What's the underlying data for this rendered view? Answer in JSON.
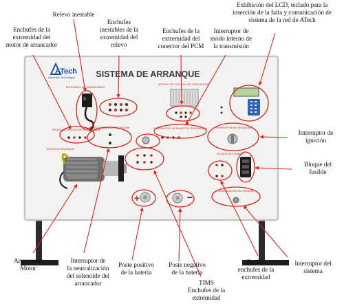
{
  "panel": {
    "brand": "ATech",
    "brand_tagline": "Automotive Technologies",
    "title": "SISTEMA DE ARRANQUE",
    "section_relay": "RELEVADOR DEL ARRANCADOR",
    "section_solenoid": "SOLENOIDE DEL MOTOR DE ARRANQUE",
    "section_starter_motor": "MOTOR DE ARRANQUE",
    "section_pcm": "MÓDULO DE CONTROL DEL TREN MOTRIZ",
    "section_tr_switch": "INTERRUPTOR DE RANGO DE TRANSMISIÓN",
    "section_ignition": "INTERRUPTOR DE ENCENDIDO",
    "section_fuse_block": "BLOQUE DE FUSIBLES",
    "section_power": "ALIMENTACIÓN DEL SISTEMA",
    "section_neutral": "DESACTIVACIÓN DEL SOLENOIDE",
    "pos_sign": "+",
    "neg_sign": "−"
  },
  "callouts": {
    "relevo": "Relevo inestable",
    "motor_arrancador": "Enchufes de la\nextremidad del\nmotor de arrancador",
    "enchufes_relevo": "Enchufes\ninestables de la\nextremidad del\nrelevo",
    "conector_pcm": "Enchufes de la\nextremidad del\nconector del PCM",
    "modo_interno": "Interruptor de\nmodo interno de\nla transmisión",
    "lcd": "Exhibición del LCD, teclado para la\ninserción de la falta y comunicación de\nsistema de la red de ATech",
    "ignicion": "Interruptor de\nignición",
    "bloque_fusible": "Bloque del\nfusible",
    "arrancador_motor": "Arrancador\nMotor",
    "neutralizacion": "Interruptor de\nla neutralización\ndel solenoide del\narrancador",
    "positivo": "Poste positivo\nde la batería",
    "negativo": "Poste negativo\nde la batería",
    "tims": "TIMS\nEnchufes de la\nextremidad",
    "fusible": "Fusible\nenchufes de la\nextremidad",
    "sistema": "Interruptor del\nsistema"
  },
  "colors": {
    "callout_red": "#d8241c",
    "panel": "#f2f2f0",
    "frame": "#2b2b2b",
    "lcd_green": "#b8d39a",
    "keypad_blue": "#2f63b8"
  }
}
